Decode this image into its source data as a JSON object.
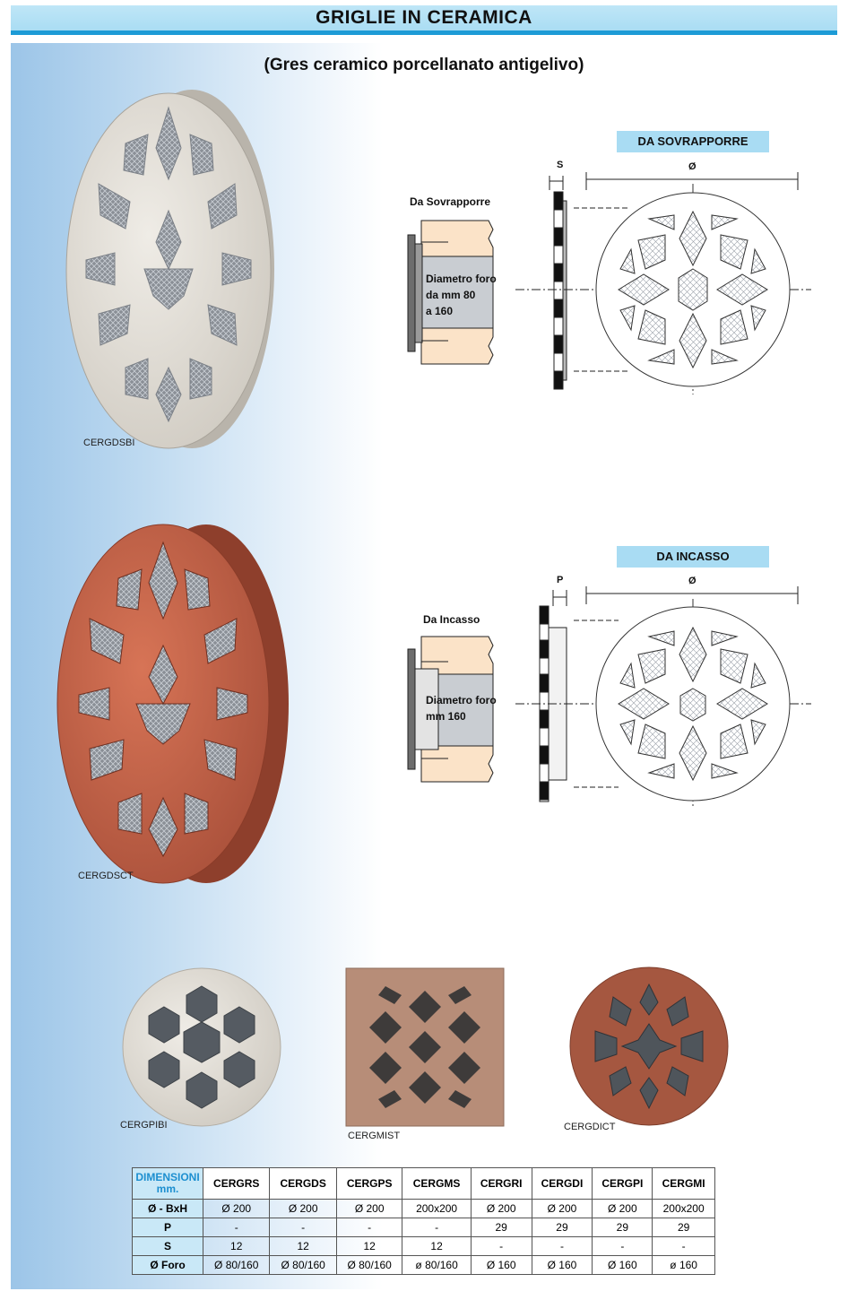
{
  "header": {
    "title": "GRIGLIE IN CERAMICA"
  },
  "subtitle": "(Gres ceramico porcellanato antigelivo)",
  "products": {
    "top": {
      "code": "CERGDSBI"
    },
    "middle": {
      "code": "CERGDSCT"
    },
    "bottom": [
      {
        "code": "CERGPIBI"
      },
      {
        "code": "CERGMIST"
      },
      {
        "code": "CERGDICT"
      }
    ]
  },
  "diagram_top": {
    "tag": "DA SOVRAPPORRE",
    "caption": "Da Sovrapporre",
    "hole_lines": [
      "Diametro foro",
      "da mm 80",
      "a 160"
    ],
    "dim_side": "S",
    "dim_diameter": "Ø"
  },
  "diagram_bottom": {
    "tag": "DA INCASSO",
    "caption": "Da Incasso",
    "hole_lines": [
      "Diametro foro",
      "mm 160"
    ],
    "dim_side": "P",
    "dim_diameter": "Ø"
  },
  "table": {
    "corner": [
      "DIMENSIONI",
      "mm."
    ],
    "columns": [
      "CERGRS",
      "CERGDS",
      "CERGPS",
      "CERGMS",
      "CERGRI",
      "CERGDI",
      "CERGPI",
      "CERGMI"
    ],
    "rows": [
      {
        "label": "Ø - BxH",
        "values": [
          "Ø 200",
          "Ø 200",
          "Ø 200",
          "200x200",
          "Ø 200",
          "Ø 200",
          "Ø 200",
          "200x200"
        ]
      },
      {
        "label": "P",
        "values": [
          "-",
          "-",
          "-",
          "-",
          "29",
          "29",
          "29",
          "29"
        ]
      },
      {
        "label": "S",
        "values": [
          "12",
          "12",
          "12",
          "12",
          "-",
          "-",
          "-",
          "-"
        ]
      },
      {
        "label": "Ø Foro",
        "values": [
          "Ø 80/160",
          "Ø 80/160",
          "Ø 80/160",
          "ø 80/160",
          "Ø 160",
          "Ø 160",
          "Ø 160",
          "ø 160"
        ]
      }
    ]
  },
  "colors": {
    "accent": "#1d9bd6",
    "tag_bg": "#a9dcf3",
    "terracotta": "#c2654a",
    "ivory": "#e4e0d8"
  }
}
